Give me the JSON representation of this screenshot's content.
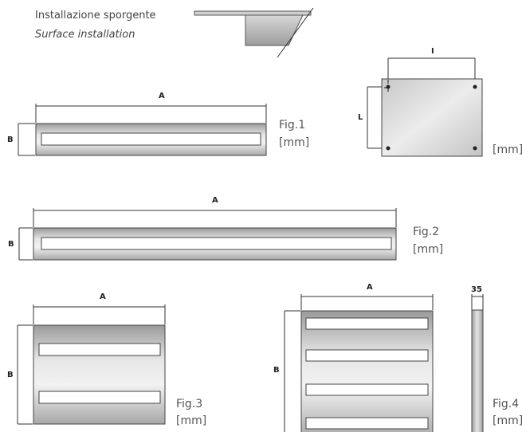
{
  "caption": {
    "line1": "Installazione sporgente",
    "line2": "Surface installation"
  },
  "dims": {
    "A": "A",
    "B": "B",
    "I": "I",
    "L": "L",
    "depth": "35"
  },
  "figures": {
    "fig1": "Fig.1",
    "fig2": "Fig.2",
    "fig3": "Fig.3",
    "fig4": "Fig.4",
    "unit": "[mm]"
  }
}
